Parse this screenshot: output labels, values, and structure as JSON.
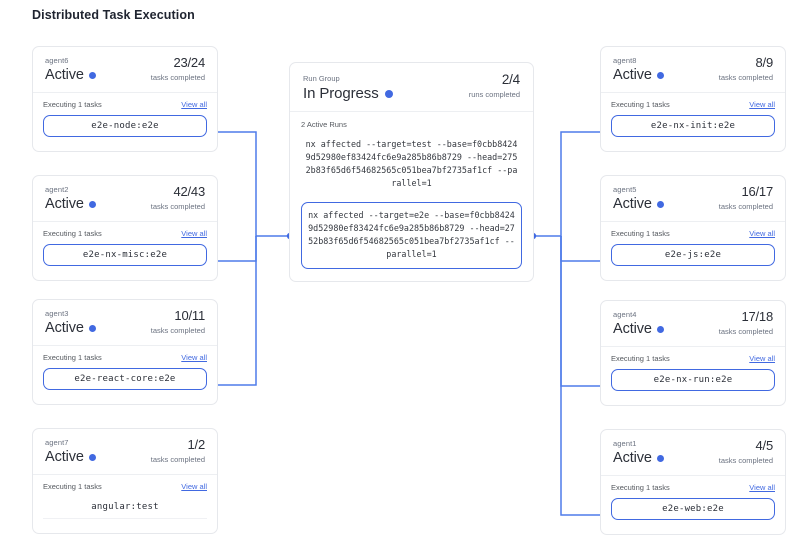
{
  "page": {
    "title": "Distributed Task Execution",
    "accent_color": "#4169e1",
    "card_border_color": "#e6e8ec",
    "text_color": "#2b2f38",
    "muted_text_color": "#6b7280"
  },
  "run_group": {
    "label": "Run Group",
    "status": "In Progress",
    "status_dot": "blue-status-dot",
    "count": "2/4",
    "count_label": "runs completed",
    "active_runs_label": "2 Active Runs",
    "runs": [
      {
        "command": "nx affected --target=test --base=f0cbb84249d52980ef83424fc6e9a285b86b8729 --head=2752b83f65d6f54682565c051bea7bf2735af1cf --parallel=1",
        "highlighted": false
      },
      {
        "command": "nx affected --target=e2e --base=f0cbb84249d52980ef83424fc6e9a285b86b8729 --head=2752b83f65d6f54682565c051bea7bf2735af1cf --parallel=1",
        "highlighted": true
      }
    ]
  },
  "left_agents": [
    {
      "name": "agent6",
      "status": "Active",
      "count": "23/24",
      "count_label": "tasks completed",
      "executing_label": "Executing 1 tasks",
      "view_all_label": "View all",
      "task": "e2e-node:e2e",
      "task_boxed": true
    },
    {
      "name": "agent2",
      "status": "Active",
      "count": "42/43",
      "count_label": "tasks completed",
      "executing_label": "Executing 1 tasks",
      "view_all_label": "View all",
      "task": "e2e-nx-misc:e2e",
      "task_boxed": true
    },
    {
      "name": "agent3",
      "status": "Active",
      "count": "10/11",
      "count_label": "tasks completed",
      "executing_label": "Executing 1 tasks",
      "view_all_label": "View all",
      "task": "e2e-react-core:e2e",
      "task_boxed": true
    },
    {
      "name": "agent7",
      "status": "Active",
      "count": "1/2",
      "count_label": "tasks completed",
      "executing_label": "Executing 1 tasks",
      "view_all_label": "View all",
      "task": "angular:test",
      "task_boxed": false
    }
  ],
  "right_agents": [
    {
      "name": "agent8",
      "status": "Active",
      "count": "8/9",
      "count_label": "tasks completed",
      "executing_label": "Executing 1 tasks",
      "view_all_label": "View all",
      "task": "e2e-nx-init:e2e",
      "task_boxed": true
    },
    {
      "name": "agent5",
      "status": "Active",
      "count": "16/17",
      "count_label": "tasks completed",
      "executing_label": "Executing 1 tasks",
      "view_all_label": "View all",
      "task": "e2e-js:e2e",
      "task_boxed": true
    },
    {
      "name": "agent4",
      "status": "Active",
      "count": "17/18",
      "count_label": "tasks completed",
      "executing_label": "Executing 1 tasks",
      "view_all_label": "View all",
      "task": "e2e-nx-run:e2e",
      "task_boxed": true
    },
    {
      "name": "agent1",
      "status": "Active",
      "count": "4/5",
      "count_label": "tasks completed",
      "executing_label": "Executing 1 tasks",
      "view_all_label": "View all",
      "task": "e2e-web:e2e",
      "task_boxed": true
    }
  ]
}
